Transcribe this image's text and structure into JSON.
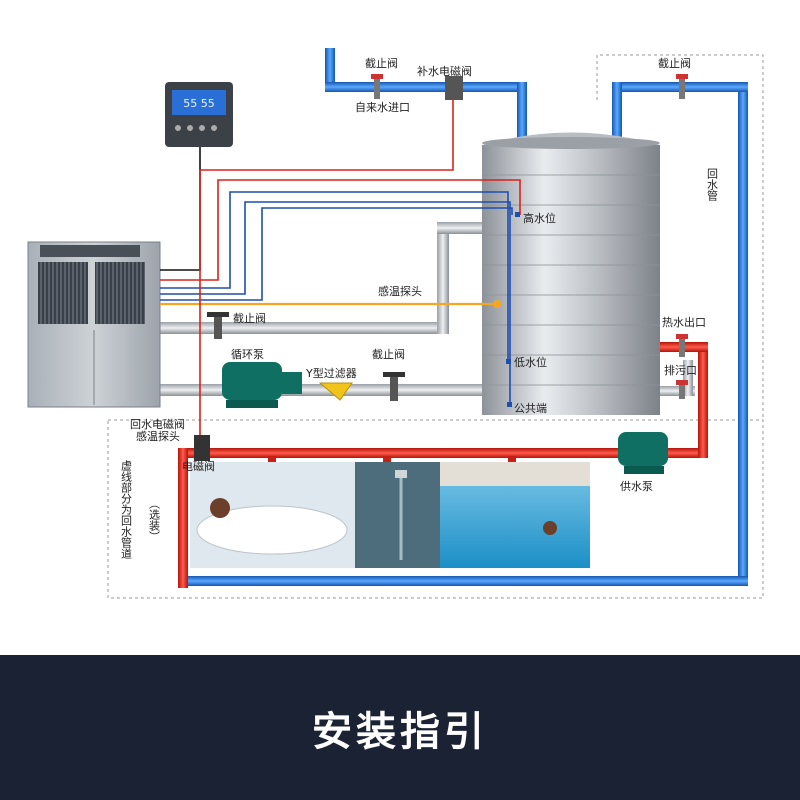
{
  "labels": {
    "shutoff_valve_top": "截止阀",
    "makeup_solenoid_valve": "补水电磁阀",
    "tap_water_inlet": "自来水进口",
    "shutoff_valve_right": "截止阀",
    "high_level": "高水位",
    "temp_probe": "感温探头",
    "shutoff_valve_mid": "截止阀",
    "circulation_pump": "循环泵",
    "shutoff_valve_filter": "截止阀",
    "y_filter": "Y型过滤器",
    "low_level": "低水位",
    "common_end": "公共端",
    "return_solenoid_valve": "回水电磁阀",
    "return_temp_probe": "感温探头",
    "solenoid_valve": "电磁阀",
    "return_pipe": "回水管",
    "hot_water_outlet": "热水出口",
    "drain_outlet": "排污口",
    "supply_pump": "供水泵",
    "dashed_note": "虚线部分为回水管道",
    "optional": "（选装）"
  },
  "controller": {
    "display": "55 55"
  },
  "banner": {
    "title": "安装指引"
  },
  "colors": {
    "blue_pipe": "#1e73d8",
    "red_pipe": "#d9231a",
    "banner_bg": "#1b2233"
  }
}
